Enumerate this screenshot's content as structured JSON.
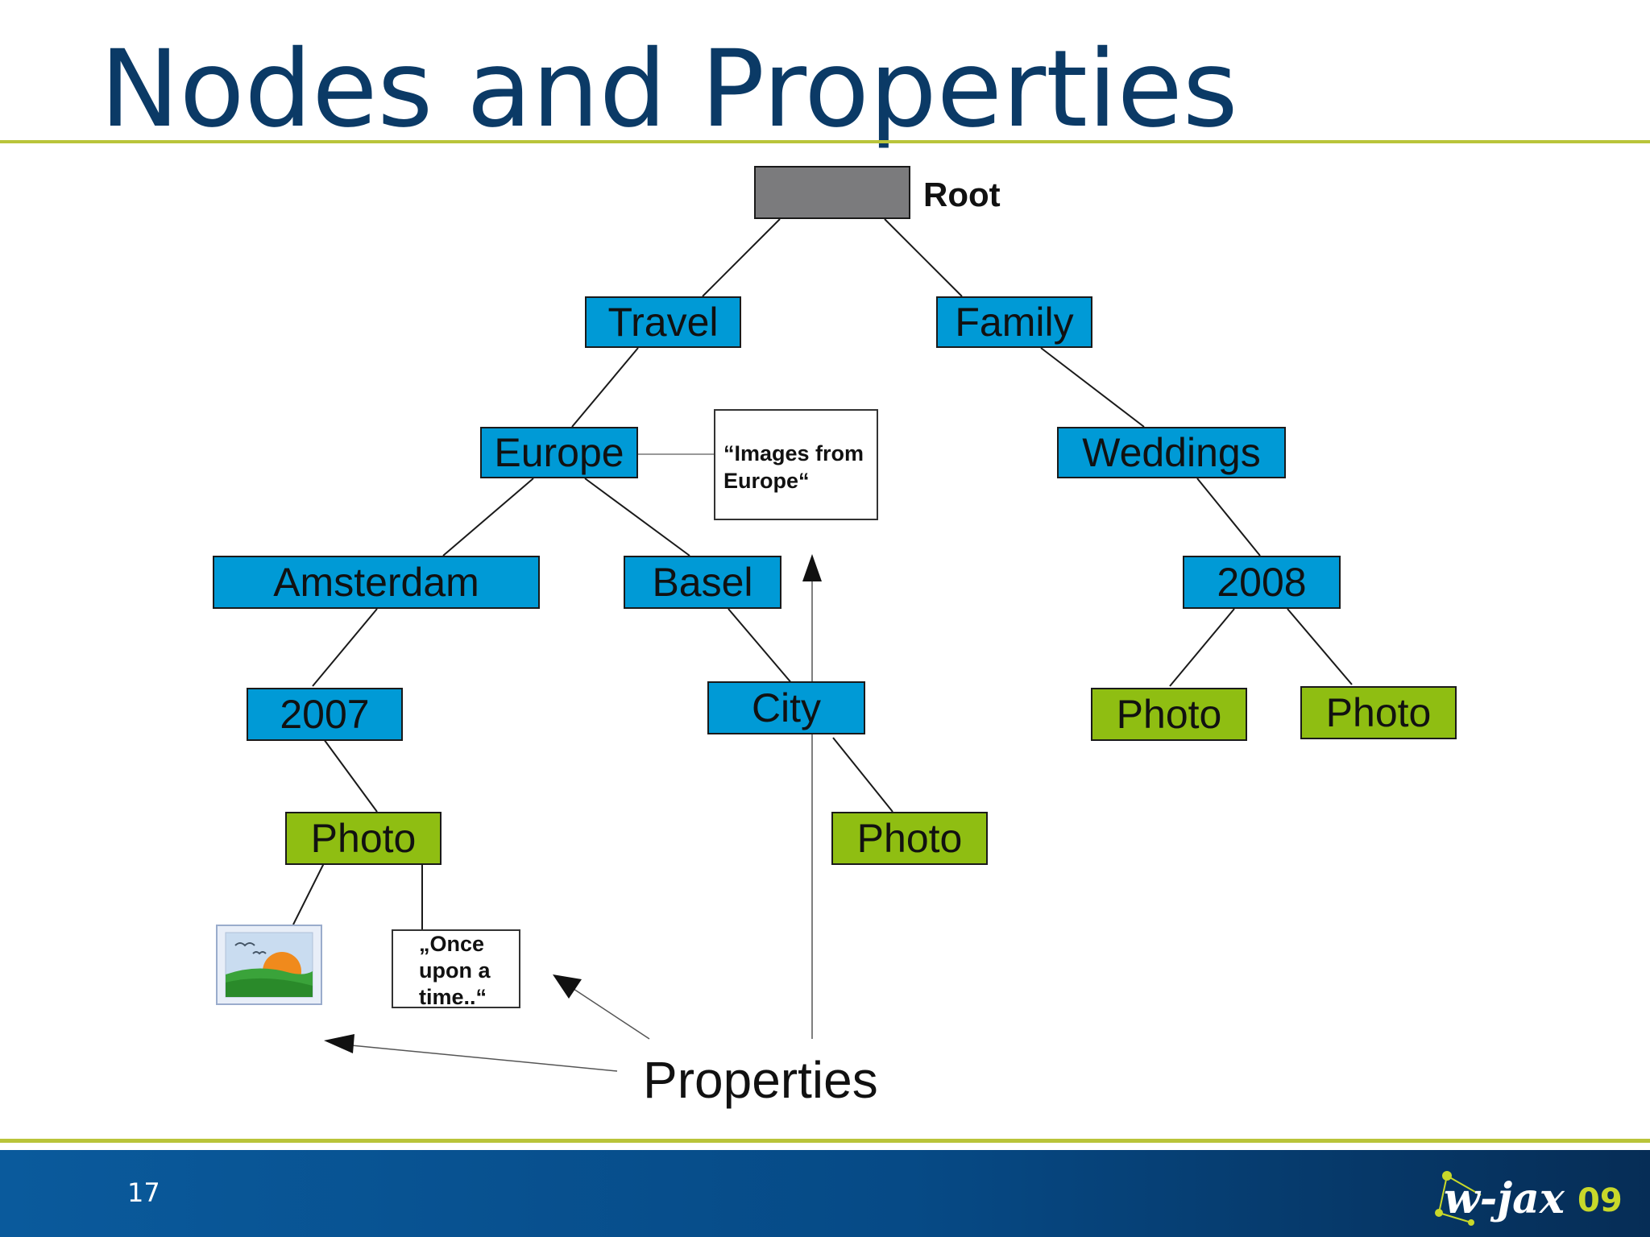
{
  "slide": {
    "title": "Nodes and Properties",
    "page_number": "17",
    "logo_text": "w-jax09"
  },
  "tree": {
    "root_label": "Root",
    "nodes": {
      "travel": "Travel",
      "family": "Family",
      "europe": "Europe",
      "weddings": "Weddings",
      "amsterdam": "Amsterdam",
      "basel": "Basel",
      "y2008": "2008",
      "y2007": "2007",
      "city": "City",
      "photo_amsterdam": "Photo",
      "photo_city": "Photo",
      "photo_wedding_1": "Photo",
      "photo_wedding_2": "Photo"
    }
  },
  "properties": {
    "label": "Properties",
    "europe_description": "“Images from\nEurope“",
    "photo_caption": "„Once\nupon a\ntime..“",
    "image_icon": "landscape-image-icon"
  },
  "colors": {
    "title": "#0b3a66",
    "rule": "#b9c43a",
    "folder_node": "#009ad6",
    "photo_node": "#8fbe12",
    "root_node": "#7b7b7d",
    "footer": "#064a86"
  }
}
